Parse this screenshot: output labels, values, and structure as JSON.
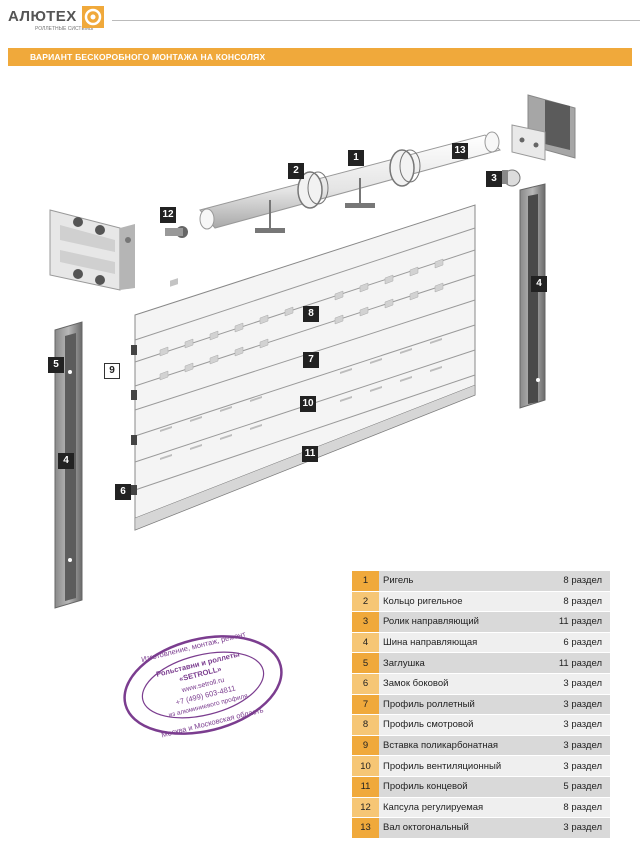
{
  "brand": {
    "name": "АЛЮТЕХ",
    "sub": "роллетные системы",
    "color": "#f0a93b"
  },
  "banner": {
    "title": "ВАРИАНТ БЕСКОРОБНОГО МОНТАЖА НА КОНСОЛЯХ"
  },
  "callouts": {
    "c1": "1",
    "c2": "2",
    "c3": "3",
    "c4a": "4",
    "c4b": "4",
    "c5": "5",
    "c6": "6",
    "c7": "7",
    "c8": "8",
    "c9": "9",
    "c10": "10",
    "c11": "11",
    "c12": "12",
    "c13": "13"
  },
  "parts": [
    {
      "num": "1",
      "name": "Ригель",
      "section": "8 раздел"
    },
    {
      "num": "2",
      "name": "Кольцо ригельное",
      "section": "8 раздел"
    },
    {
      "num": "3",
      "name": "Ролик направляющий",
      "section": "11 раздел"
    },
    {
      "num": "4",
      "name": "Шина направляющая",
      "section": "6 раздел"
    },
    {
      "num": "5",
      "name": "Заглушка",
      "section": "11 раздел"
    },
    {
      "num": "6",
      "name": "Замок боковой",
      "section": "3 раздел"
    },
    {
      "num": "7",
      "name": "Профиль роллетный",
      "section": "3 раздел"
    },
    {
      "num": "8",
      "name": "Профиль смотровой",
      "section": "3 раздел"
    },
    {
      "num": "9",
      "name": "Вставка поликарбонатная",
      "section": "3 раздел"
    },
    {
      "num": "10",
      "name": "Профиль вентиляционный",
      "section": "3 раздел"
    },
    {
      "num": "11",
      "name": "Профиль концевой",
      "section": "5 раздел"
    },
    {
      "num": "12",
      "name": "Капсула регулируемая",
      "section": "8 раздел"
    },
    {
      "num": "13",
      "name": "Вал октогональный",
      "section": "3 раздел"
    }
  ],
  "stamp": {
    "line1": "Изготовление, монтаж, ремонт",
    "line2": "Рольставни и роллеты",
    "line3": "«SETROLL»",
    "line4": "www.setroll.ru",
    "line5": "+7 (499) 603-4811",
    "line6": "из алюминиевого профиля",
    "line7": "Москва и Московская область",
    "color": "#7b3d8f"
  }
}
